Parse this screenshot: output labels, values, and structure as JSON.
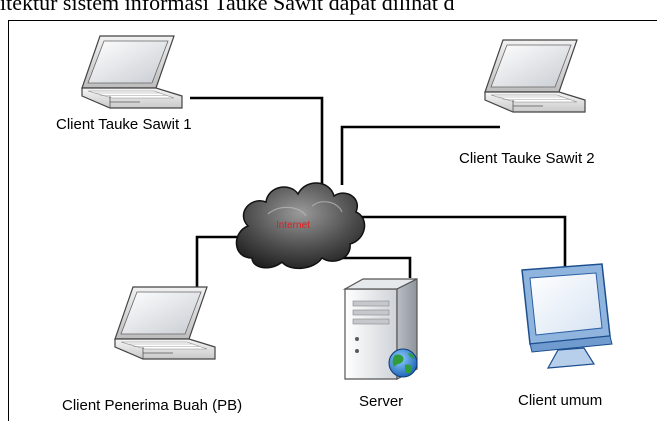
{
  "header": {
    "text": "itektur sistem informasi Tauke Sawit dapat dilihat d"
  },
  "cloud": {
    "label": "Internet",
    "icon": "internet-cloud-icon",
    "label_color": "#e41b1b"
  },
  "nodes": [
    {
      "id": "client-tauke-sawit-1",
      "label": "Client Tauke Sawit 1",
      "icon": "laptop-icon"
    },
    {
      "id": "client-tauke-sawit-2",
      "label": "Client Tauke Sawit 2",
      "icon": "laptop-icon"
    },
    {
      "id": "client-penerima-buah",
      "label": "Client Penerima Buah (PB)",
      "icon": "laptop-icon"
    },
    {
      "id": "server",
      "label": "Server",
      "icon": "server-icon"
    },
    {
      "id": "client-umum",
      "label": "Client umum",
      "icon": "monitor-icon"
    }
  ]
}
